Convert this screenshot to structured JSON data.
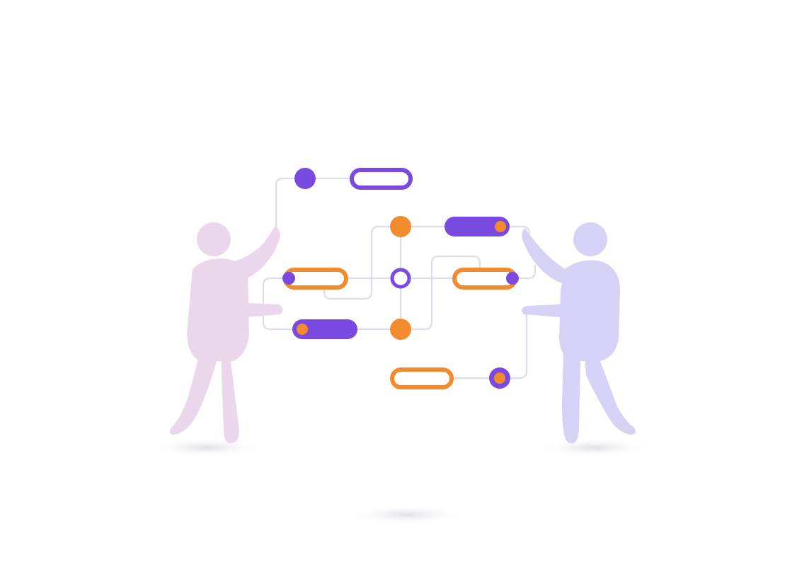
{
  "colors": {
    "purple": "#7a4ae0",
    "orange": "#f28a2e",
    "connector": "#dcdcea",
    "person_left": "#ead7ec",
    "person_right": "#d6d2f5",
    "shadow": "#e6e6ea",
    "background": "#ffffff"
  },
  "illustration": {
    "people": [
      {
        "name": "left-person",
        "color": "person_left"
      },
      {
        "name": "right-person",
        "color": "person_right"
      }
    ],
    "nodes": [
      {
        "name": "top-purple-dot",
        "kind": "dot",
        "style": "purple-filled"
      },
      {
        "name": "top-outline-pill",
        "kind": "pill",
        "style": "purple-outline"
      },
      {
        "name": "center-top-orange-dot",
        "kind": "dot",
        "style": "orange-filled"
      },
      {
        "name": "purple-pill-right",
        "kind": "pill",
        "style": "purple-filled-orange-knob"
      },
      {
        "name": "orange-pill-left",
        "kind": "pill",
        "style": "orange-outline-purple-knob"
      },
      {
        "name": "center-ring",
        "kind": "ring",
        "style": "purple-ring"
      },
      {
        "name": "orange-pill-right",
        "kind": "pill",
        "style": "orange-outline-purple-knob"
      },
      {
        "name": "purple-pill-left",
        "kind": "pill",
        "style": "purple-filled-orange-knob"
      },
      {
        "name": "center-bottom-orange-dot",
        "kind": "dot",
        "style": "orange-filled"
      },
      {
        "name": "bottom-orange-pill",
        "kind": "pill",
        "style": "orange-outline"
      },
      {
        "name": "bottom-ring-dot",
        "kind": "dot",
        "style": "purple-ring-orange-core"
      }
    ]
  }
}
